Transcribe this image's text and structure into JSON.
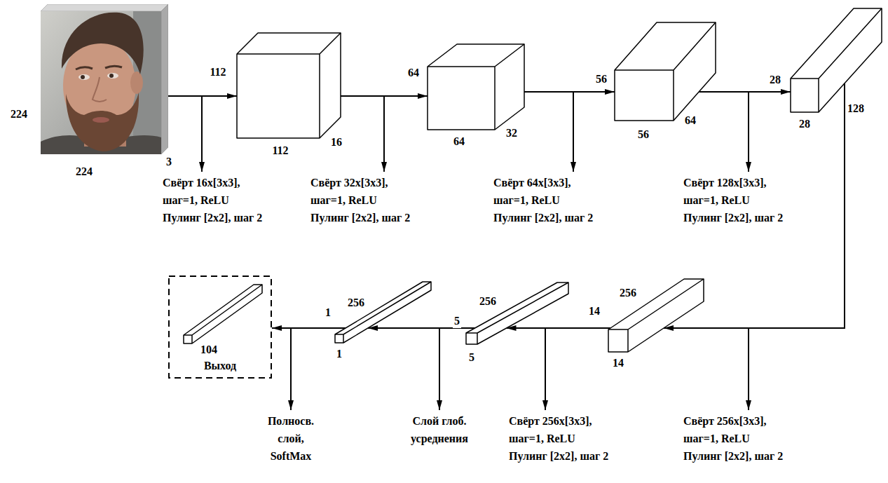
{
  "diagram": {
    "nodes": [
      {
        "text": [
          "224",
          "224",
          "3"
        ]
      },
      {
        "text": [
          "112",
          "112",
          "16"
        ]
      },
      {
        "text": [
          "64",
          "64",
          "32"
        ]
      },
      {
        "text": [
          "56",
          "56",
          "64"
        ]
      },
      {
        "text": [
          "28",
          "28",
          "128"
        ]
      },
      {
        "text": [
          "14",
          "14",
          "256"
        ]
      },
      {
        "text": [
          "5",
          "5",
          "256"
        ]
      },
      {
        "text": [
          "1",
          "1",
          "256"
        ]
      },
      {
        "text": [
          "Выход"
        ]
      },
      {
        "text": [
          "104"
        ],
        "in": 8
      }
    ],
    "edges": [
      {
        "from": 0,
        "to": 1,
        "arrow": "to",
        "label": "Свёрт 16x[3x3], шаг=1, ReLU Пулинг [2x2], шаг 2"
      },
      {
        "from": 1,
        "to": 2,
        "arrow": "to",
        "label": "Свёрт 32x[3x3], шаг=1, ReLU Пулинг [2x2], шаг 2"
      },
      {
        "from": 2,
        "to": 3,
        "arrow": "to",
        "label": "Свёрт 64x[3x3], шаг=1, ReLU Пулинг [2x2], шаг 2"
      },
      {
        "from": 3,
        "to": 4,
        "arrow": "to",
        "label": "Свёрт 128x[3x3], шаг=1, ReLU Пулинг [2x2], шаг 2"
      },
      {
        "from": 4,
        "to": 5,
        "arrow": "to",
        "label": "Свёрт 256x[3x3], шаг=1, ReLU Пулинг [2x2], шаг 2"
      },
      {
        "from": 5,
        "to": 6,
        "arrow": "to",
        "label": "Свёрт 256x[3x3], шаг=1, ReLU Пулинг [2x2], шаг 2"
      },
      {
        "from": 6,
        "to": 7,
        "arrow": "to",
        "label": "Слой глоб. усреднения"
      },
      {
        "from": 7,
        "to": 8,
        "arrow": "to",
        "label": "Полносв. слой, SoftMax"
      }
    ]
  }
}
